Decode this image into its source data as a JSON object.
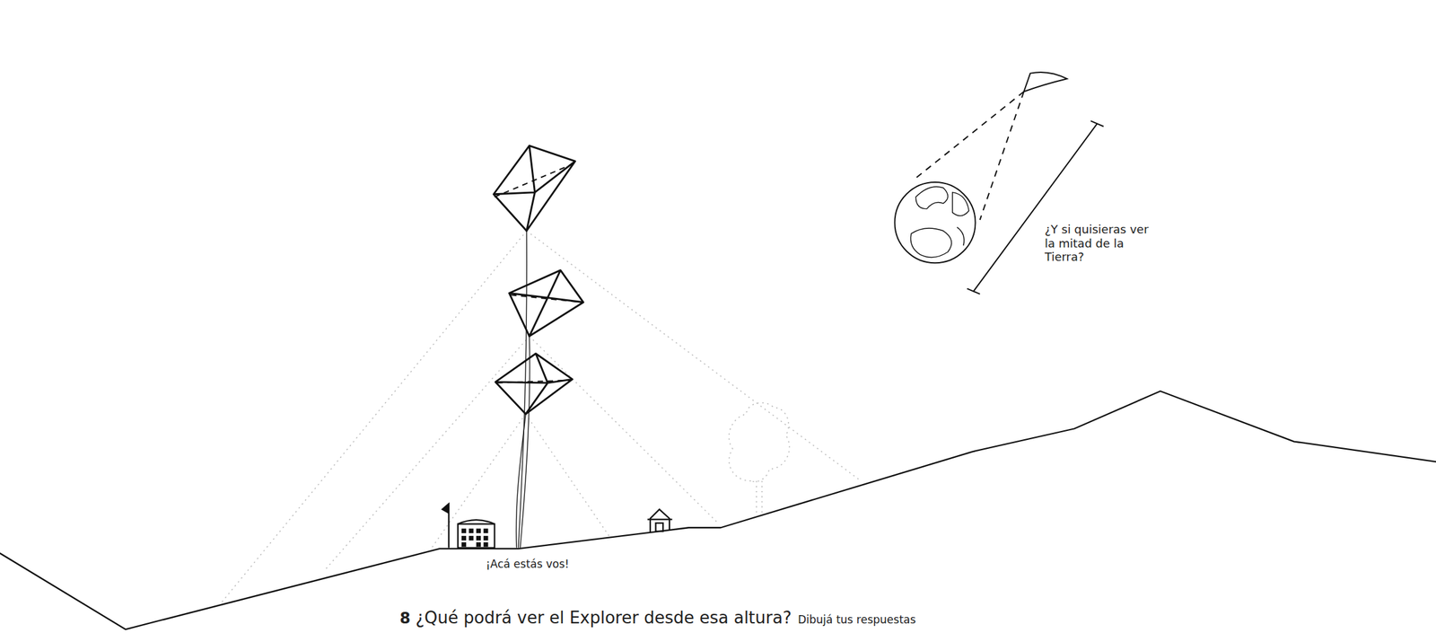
{
  "diagram": {
    "labels": [
      "¡Acá estás vos!",
      "¿Y si quisieras ver la mitad de la Tierra?",
      "8",
      "¿Qué podrá ver el Explorer desde esa altura?",
      "Dibujá tus respuestas"
    ]
  }
}
